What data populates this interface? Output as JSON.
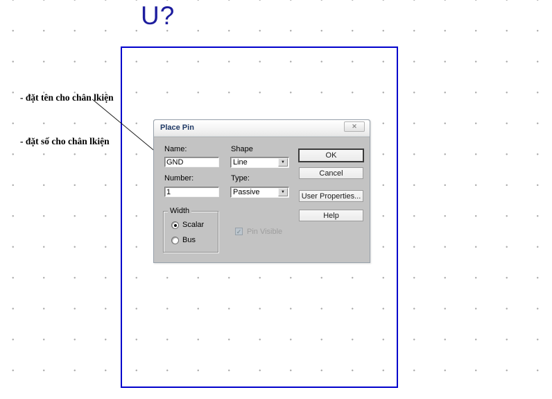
{
  "schematic": {
    "component_ref": "U?"
  },
  "annotations": [
    {
      "text": "- đặt tên cho chân lkiện"
    },
    {
      "text": "- đặt số cho chân lkiện"
    }
  ],
  "dialog": {
    "title": "Place Pin",
    "fields": {
      "name": {
        "label": "Name:",
        "value": "GND"
      },
      "shape": {
        "label": "Shape",
        "value": "Line"
      },
      "number": {
        "label": "Number:",
        "value": "1"
      },
      "type": {
        "label": "Type:",
        "value": "Passive"
      }
    },
    "width_group": {
      "label": "Width",
      "options": [
        {
          "label": "Scalar",
          "selected": true
        },
        {
          "label": "Bus",
          "selected": false
        }
      ]
    },
    "pin_visible": {
      "label": "Pin Visible",
      "checked": true,
      "disabled": true
    },
    "buttons": [
      {
        "label": "OK",
        "default": true
      },
      {
        "label": "Cancel",
        "default": false
      },
      {
        "label": "User Properties...",
        "default": false
      },
      {
        "label": "Help",
        "default": false
      }
    ]
  },
  "icons": {
    "close": "✕",
    "dropdown": "▼",
    "check": "✓"
  },
  "colors": {
    "page_border": "#0000cc",
    "component_ref_text": "#1d1d9e",
    "dialog_title_text": "#203a66",
    "dialog_body": "#c3c3c3",
    "grid_dot": "#aeaeae"
  }
}
